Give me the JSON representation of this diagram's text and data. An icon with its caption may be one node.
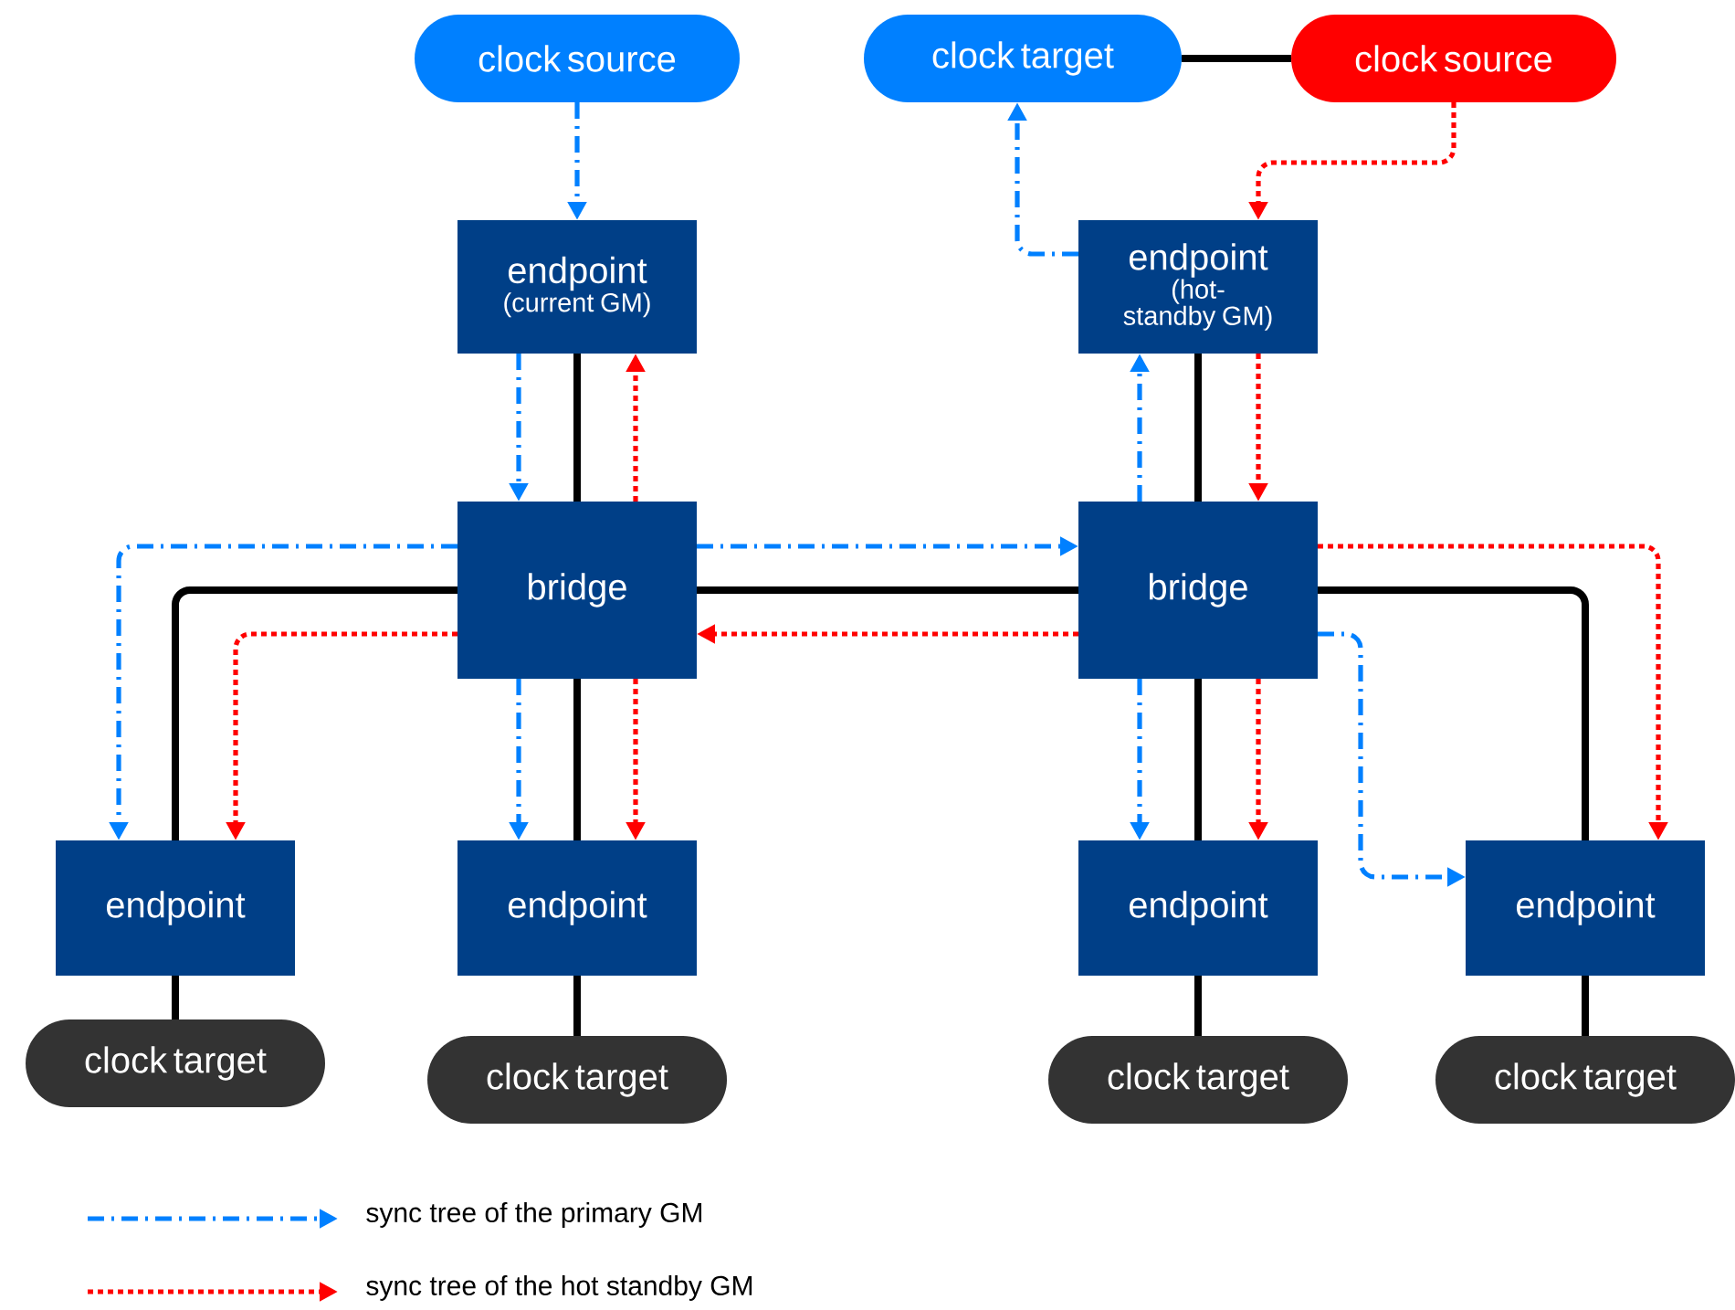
{
  "diagram": {
    "nodes": [
      {
        "text": [
          "clock source"
        ]
      },
      {
        "text": [
          "clock target"
        ]
      },
      {
        "text": [
          "clock source"
        ]
      },
      {
        "text": [
          "endpoint",
          "(current GM)"
        ]
      },
      {
        "text": [
          "endpoint",
          "(hot-standby GM)"
        ]
      },
      {
        "text": [
          "bridge"
        ]
      },
      {
        "text": [
          "bridge"
        ]
      },
      {
        "text": [
          "endpoint"
        ]
      },
      {
        "text": [
          "endpoint"
        ]
      },
      {
        "text": [
          "endpoint"
        ]
      },
      {
        "text": [
          "endpoint"
        ]
      },
      {
        "text": [
          "clock target"
        ]
      },
      {
        "text": [
          "clock target"
        ]
      },
      {
        "text": [
          "clock target"
        ]
      },
      {
        "text": [
          "clock target"
        ]
      }
    ],
    "edges": [
      {
        "from": 1,
        "to": 2,
        "arrow": "none"
      },
      {
        "from": 3,
        "to": 5,
        "arrow": "none"
      },
      {
        "from": 4,
        "to": 6,
        "arrow": "none"
      },
      {
        "from": 5,
        "to": 6,
        "arrow": "none"
      },
      {
        "from": 5,
        "to": 7,
        "arrow": "none"
      },
      {
        "from": 5,
        "to": 8,
        "arrow": "none"
      },
      {
        "from": 6,
        "to": 9,
        "arrow": "none"
      },
      {
        "from": 6,
        "to": 10,
        "arrow": "none"
      },
      {
        "from": 7,
        "to": 11,
        "arrow": "none"
      },
      {
        "from": 8,
        "to": 12,
        "arrow": "none"
      },
      {
        "from": 9,
        "to": 13,
        "arrow": "none"
      },
      {
        "from": 10,
        "to": 14,
        "arrow": "none"
      },
      {
        "from": 0,
        "to": 3,
        "arrow": "to",
        "style": "dashed",
        "color": "#0080ff"
      },
      {
        "from": 3,
        "to": 5,
        "arrow": "to",
        "style": "dashed",
        "color": "#0080ff"
      },
      {
        "from": 5,
        "to": 7,
        "arrow": "to",
        "style": "dashed",
        "color": "#0080ff"
      },
      {
        "from": 5,
        "to": 6,
        "arrow": "to",
        "style": "dashed",
        "color": "#0080ff"
      },
      {
        "from": 5,
        "to": 8,
        "arrow": "to",
        "style": "dashed",
        "color": "#0080ff"
      },
      {
        "from": 6,
        "to": 4,
        "arrow": "to",
        "style": "dashed",
        "color": "#0080ff"
      },
      {
        "from": 4,
        "to": 1,
        "arrow": "to",
        "style": "dashed",
        "color": "#0080ff"
      },
      {
        "from": 6,
        "to": 9,
        "arrow": "to",
        "style": "dashed",
        "color": "#0080ff"
      },
      {
        "from": 6,
        "to": 10,
        "arrow": "to",
        "style": "dashed",
        "color": "#0080ff"
      },
      {
        "from": 2,
        "to": 4,
        "arrow": "to",
        "style": "dashed",
        "color": "#ff0000"
      },
      {
        "from": 4,
        "to": 6,
        "arrow": "to",
        "style": "dashed",
        "color": "#ff0000"
      },
      {
        "from": 5,
        "to": 3,
        "arrow": "to",
        "style": "dashed",
        "color": "#ff0000"
      },
      {
        "from": 6,
        "to": 5,
        "arrow": "to",
        "style": "dashed",
        "color": "#ff0000"
      },
      {
        "from": 5,
        "to": 7,
        "arrow": "to",
        "style": "dashed",
        "color": "#ff0000"
      },
      {
        "from": 5,
        "to": 8,
        "arrow": "to",
        "style": "dashed",
        "color": "#ff0000"
      },
      {
        "from": 6,
        "to": 9,
        "arrow": "to",
        "style": "dashed",
        "color": "#ff0000"
      },
      {
        "from": 6,
        "to": 10,
        "arrow": "to",
        "style": "dashed",
        "color": "#ff0000"
      }
    ],
    "legend": [
      {
        "text": "sync tree of the primary GM"
      },
      {
        "text": "sync tree of the hot standby GM"
      }
    ]
  }
}
